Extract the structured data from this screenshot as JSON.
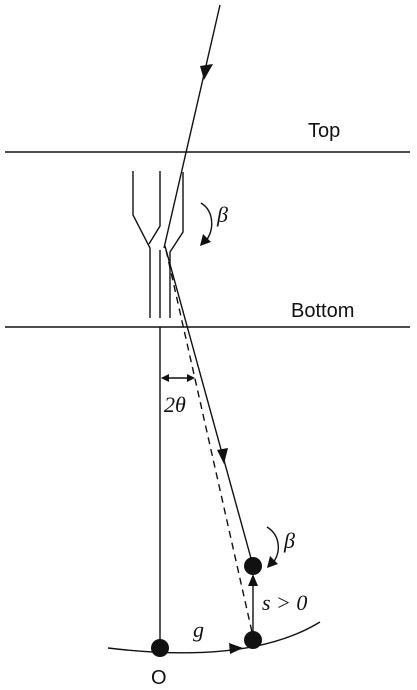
{
  "labels": {
    "top": "Top",
    "bottom": "Bottom",
    "beta_upper": "β",
    "beta_lower": "β",
    "two_theta": "2θ",
    "g": "g",
    "s_cond": "s > 0",
    "origin": "O"
  }
}
